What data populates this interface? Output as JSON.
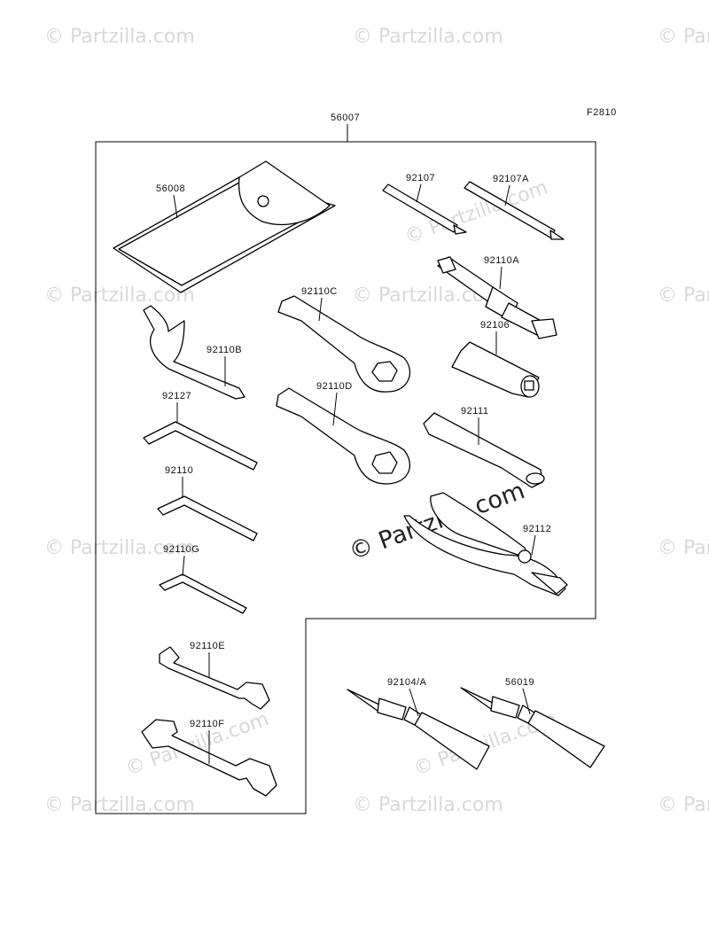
{
  "figure_code": "F2810",
  "kit_number": "56007",
  "watermark": "© Partzilla.com",
  "watermark_center": "© Partzilla.com",
  "parts": [
    {
      "id": "p56008",
      "label": "56008",
      "icon": "tool-pouch-icon"
    },
    {
      "id": "p92107",
      "label": "92107",
      "icon": "screwdriver-bit-icon"
    },
    {
      "id": "p92107A",
      "label": "92107A",
      "icon": "screwdriver-bit-icon"
    },
    {
      "id": "p92110A",
      "label": "92110A",
      "icon": "spark-plug-wrench-icon"
    },
    {
      "id": "p92110C",
      "label": "92110C",
      "icon": "box-wrench-icon"
    },
    {
      "id": "p92110B",
      "label": "92110B",
      "icon": "hook-wrench-icon"
    },
    {
      "id": "p92106",
      "label": "92106",
      "icon": "socket-icon"
    },
    {
      "id": "p92110D",
      "label": "92110D",
      "icon": "box-wrench-icon"
    },
    {
      "id": "p92127",
      "label": "92127",
      "icon": "hex-key-icon"
    },
    {
      "id": "p92111",
      "label": "92111",
      "icon": "extension-bar-icon"
    },
    {
      "id": "p92110",
      "label": "92110",
      "icon": "hex-key-icon"
    },
    {
      "id": "p92112",
      "label": "92112",
      "icon": "pliers-icon"
    },
    {
      "id": "p92110G",
      "label": "92110G",
      "icon": "hex-key-icon"
    },
    {
      "id": "p92110E",
      "label": "92110E",
      "icon": "open-end-wrench-icon"
    },
    {
      "id": "p92104A",
      "label": "92104/A",
      "icon": "grease-tube-icon"
    },
    {
      "id": "p56019",
      "label": "56019",
      "icon": "grease-tube-icon"
    },
    {
      "id": "p92110F",
      "label": "92110F",
      "icon": "open-end-wrench-icon"
    }
  ]
}
